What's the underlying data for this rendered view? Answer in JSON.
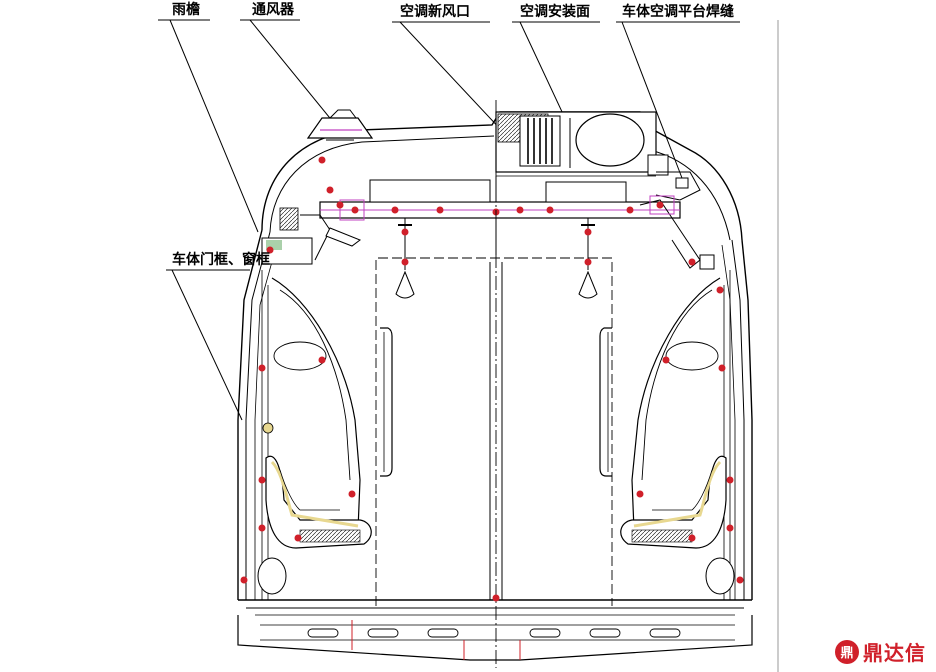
{
  "diagram": {
    "callouts": [
      {
        "id": "rain-gutter",
        "label": "雨檐"
      },
      {
        "id": "ventilator",
        "label": "通风器"
      },
      {
        "id": "ac-fresh-air",
        "label": "空调新风口"
      },
      {
        "id": "ac-mounting",
        "label": "空调安装面"
      },
      {
        "id": "ac-platform-weld",
        "label": "车体空调平台焊缝"
      },
      {
        "id": "door-window-frame",
        "label": "车体门框、窗框"
      }
    ]
  },
  "watermark": {
    "mark": "鼎",
    "text": "鼎达信"
  },
  "colors": {
    "line": "#000000",
    "accent": "#d0202a",
    "highlight": "#e8d890",
    "magenta": "#c040c0",
    "green": "#2a8a2a"
  }
}
